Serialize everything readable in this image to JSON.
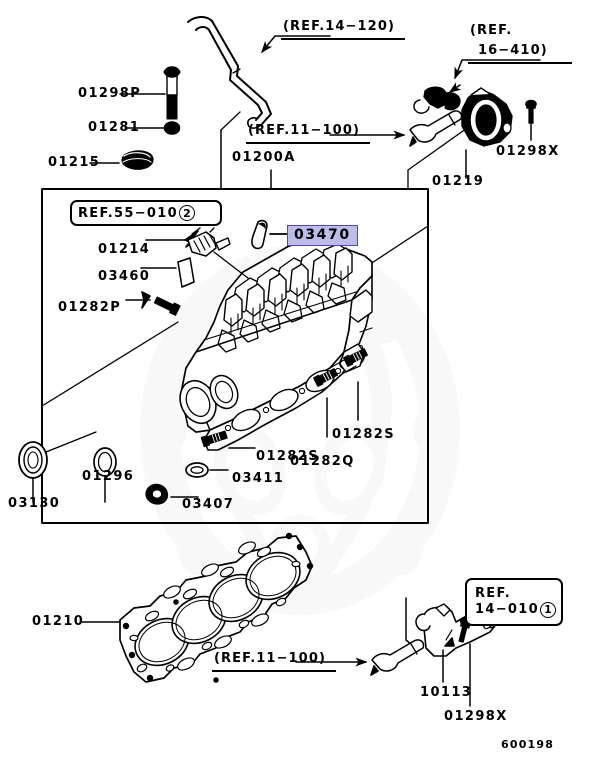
{
  "diagram": {
    "title": "Cylinder Head Parts Diagram",
    "footer_code": "600198",
    "highlight_color": "#bcbce8",
    "highlight_border_color": "#4a4ab0"
  },
  "highlighted_part": {
    "number": "03470"
  },
  "ref_labels": [
    {
      "id": "ref-14-120",
      "text": "(REF.14−120)"
    },
    {
      "id": "ref-16-410-line1",
      "text": "(REF."
    },
    {
      "id": "ref-16-410-line2",
      "text": "16−410)"
    },
    {
      "id": "ref-11-100-top",
      "text": "(REF.11−100)"
    },
    {
      "id": "ref-11-100-bottom",
      "text": "(REF.11−100)"
    }
  ],
  "ref_boxes": [
    {
      "id": "ref-box-55-010",
      "text": "REF.55−010",
      "circled": "2"
    },
    {
      "id": "ref-box-14-010-line1",
      "text": "REF.",
      "circled": ""
    },
    {
      "id": "ref-box-14-010-line2",
      "text": "14−010",
      "circled": "1"
    }
  ],
  "part_numbers": [
    {
      "id": "p-01298P",
      "text": "01298P"
    },
    {
      "id": "p-01281",
      "text": "01281"
    },
    {
      "id": "p-01215",
      "text": "01215"
    },
    {
      "id": "p-01200A",
      "text": "01200A"
    },
    {
      "id": "p-01298X-top",
      "text": "01298X"
    },
    {
      "id": "p-01219",
      "text": "01219"
    },
    {
      "id": "p-01214",
      "text": "01214"
    },
    {
      "id": "p-03460",
      "text": "03460"
    },
    {
      "id": "p-01282P",
      "text": "01282P"
    },
    {
      "id": "p-01282S-right",
      "text": "01282S"
    },
    {
      "id": "p-01282Q",
      "text": "01282Q"
    },
    {
      "id": "p-01282S-mid",
      "text": "01282S"
    },
    {
      "id": "p-03411",
      "text": "03411"
    },
    {
      "id": "p-03407",
      "text": "03407"
    },
    {
      "id": "p-01296",
      "text": "01296"
    },
    {
      "id": "p-03130",
      "text": "03130"
    },
    {
      "id": "p-01210",
      "text": "01210"
    },
    {
      "id": "p-10113",
      "text": "10113"
    },
    {
      "id": "p-01298X-bottom",
      "text": "01298X"
    }
  ]
}
